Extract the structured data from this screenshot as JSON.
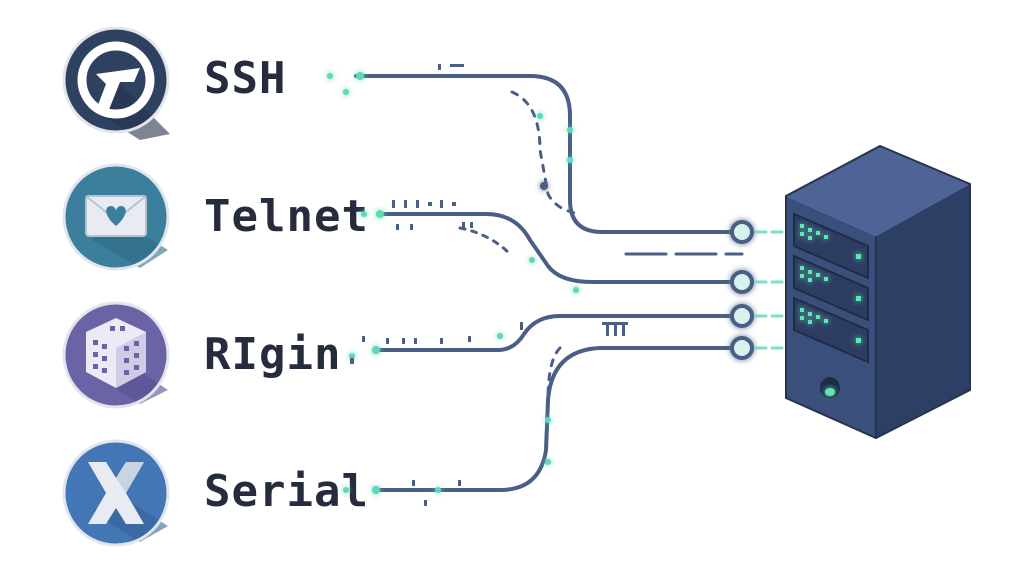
{
  "protocols": [
    {
      "id": "ssh",
      "label": "SSH",
      "icon": "ssh-icon",
      "icon_color": "#2f4160"
    },
    {
      "id": "telnet",
      "label": "Telnet",
      "icon": "envelope-heart-icon",
      "icon_color": "#3b7f9c"
    },
    {
      "id": "rlogin",
      "label": "RIgin",
      "icon": "cube-icon",
      "icon_color": "#6a64a6"
    },
    {
      "id": "serial",
      "label": "Serial",
      "icon": "x-icon",
      "icon_color": "#4276b4"
    }
  ],
  "server": {
    "icon": "server-tower-icon",
    "color": "#3b4f7d",
    "led_color": "#5fe6b2"
  },
  "colors": {
    "cable": "#4a5e86",
    "cable_dot": "#5ed8b8",
    "port_ring": "#4a5e86",
    "port_fill": "#d8f3ef",
    "glow": "#9ff0df"
  }
}
